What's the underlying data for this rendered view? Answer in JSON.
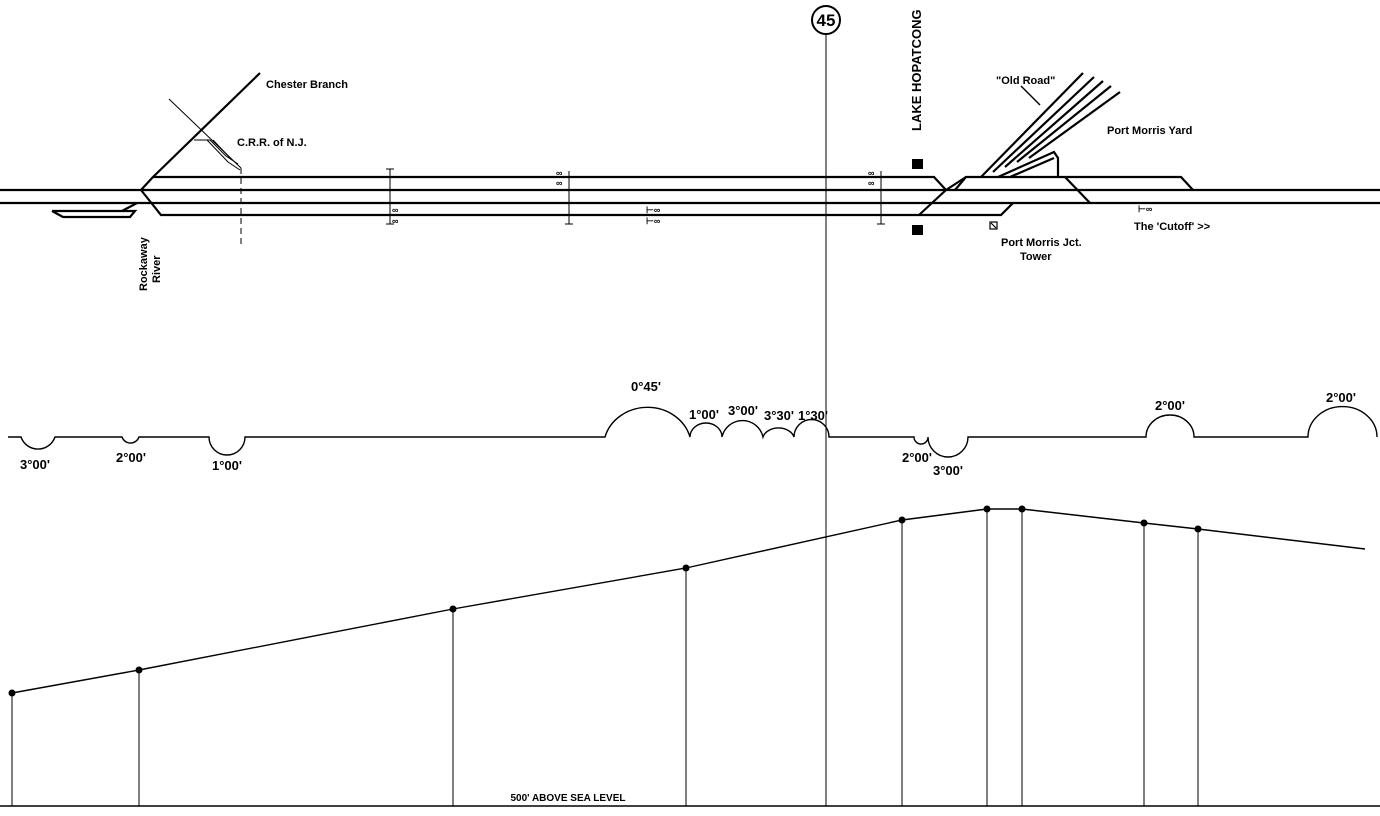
{
  "track_plan": {
    "mile_marker": "45",
    "station": "LAKE HOPATCONG",
    "chester_branch": "Chester Branch",
    "crr_nj": "C.R.R. of N.J.",
    "old_road": "\"Old Road\"",
    "port_morris_yard": "Port Morris Yard",
    "rockaway_river": [
      "Rockaway",
      "River"
    ],
    "tower": [
      "Port Morris Jct.",
      "Tower"
    ],
    "cutoff": "The 'Cutoff' >>"
  },
  "curvature": {
    "curves": [
      {
        "label": "3°00'",
        "dir": "right"
      },
      {
        "label": "2°00'",
        "dir": "right"
      },
      {
        "label": "1°00'",
        "dir": "right"
      },
      {
        "label": "0°45'",
        "dir": "left"
      },
      {
        "label": "1°00'",
        "dir": "left"
      },
      {
        "label": "3°00'",
        "dir": "left"
      },
      {
        "label": "3°30'",
        "dir": "left"
      },
      {
        "label": "1°30'",
        "dir": "left"
      },
      {
        "label": "2°00'",
        "dir": "right"
      },
      {
        "label": "3°00'",
        "dir": "right"
      },
      {
        "label": "2°00'",
        "dir": "left"
      },
      {
        "label": "2°00'",
        "dir": "left"
      }
    ]
  },
  "profile": {
    "datum_label": "500' ABOVE SEA LEVEL",
    "point_count": 10
  }
}
